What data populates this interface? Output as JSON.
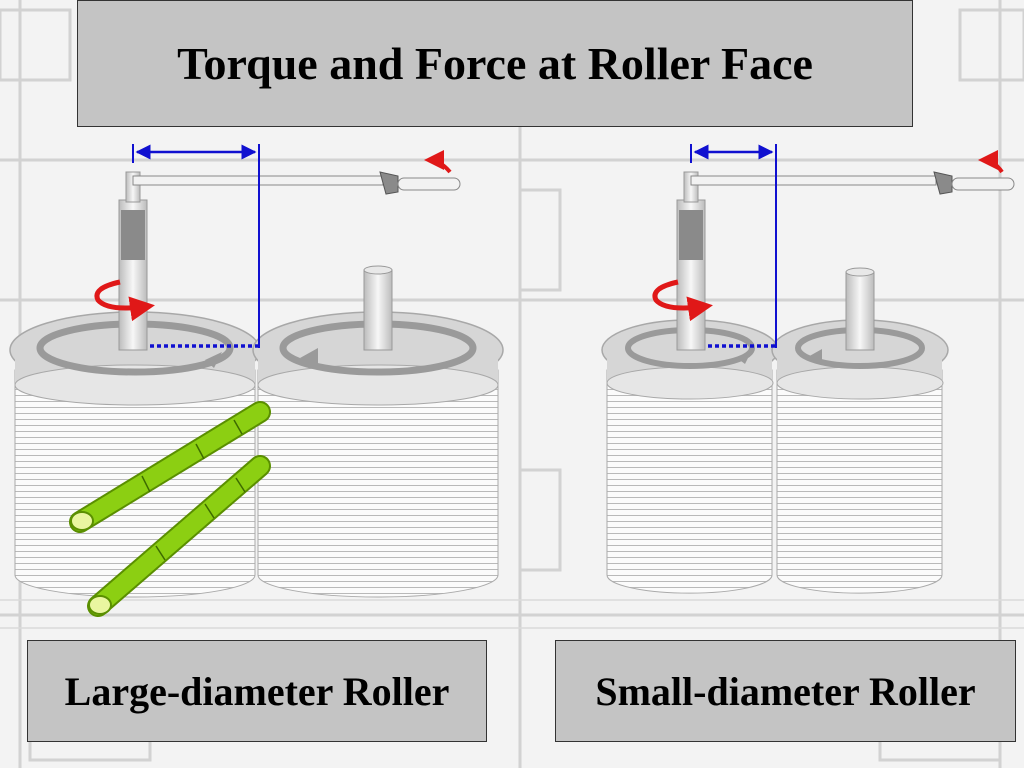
{
  "slide": {
    "title": "Torque and Force at Roller Face"
  },
  "panels": [
    {
      "label": "Large-diameter Roller"
    },
    {
      "label": "Small-diameter Roller"
    }
  ],
  "colors": {
    "background": "#f3f3f3",
    "box_fill": "#c4c4c4",
    "roller_face": "#d6d6d6",
    "roller_body": "#fbfbfb",
    "roller_ridge": "#b9b9b9",
    "measurement": "#1010d0",
    "rotation_arrow": "#e01818",
    "cane": "#8ccf12",
    "cane_end": "#eaf6a0"
  },
  "icons": [
    "torque-wrench-icon",
    "rotation-arrow-icon",
    "direction-arrow-icon",
    "sugar-cane-icon"
  ]
}
